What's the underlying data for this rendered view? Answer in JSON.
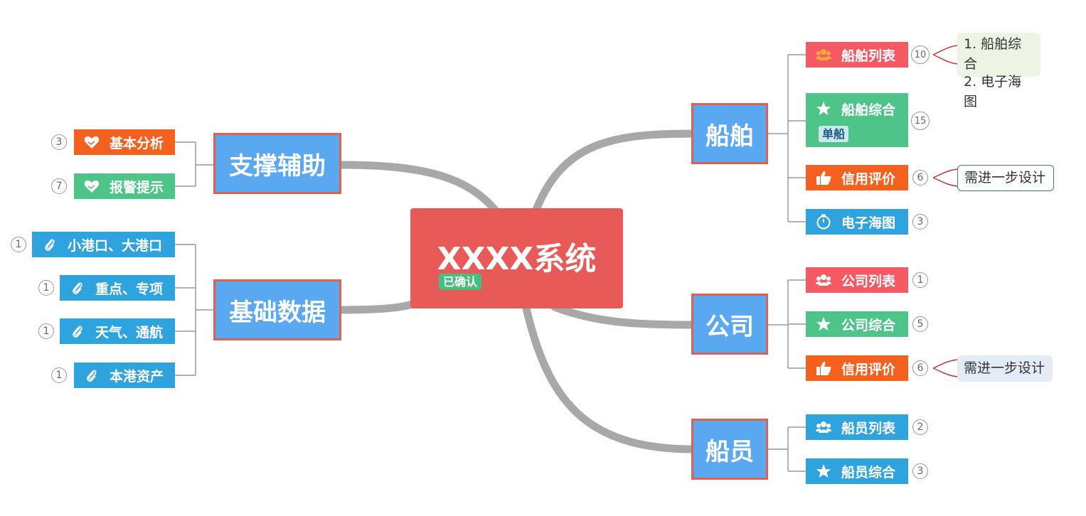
{
  "root": {
    "title": "XXXX系统",
    "status": "已确认"
  },
  "left": {
    "support": {
      "label": "支撑辅助",
      "children": [
        {
          "label": "基本分析",
          "count": "3",
          "icon": "handshake-heart-icon",
          "color": "#f4601e"
        },
        {
          "label": "报警提示",
          "count": "7",
          "icon": "handshake-heart-icon",
          "color": "#4fc489"
        }
      ]
    },
    "basic": {
      "label": "基础数据",
      "children": [
        {
          "label": "小港口、大港口",
          "count": "1",
          "icon": "paperclip-icon"
        },
        {
          "label": "重点、专项",
          "count": "1",
          "icon": "paperclip-icon"
        },
        {
          "label": "天气、通航",
          "count": "1",
          "icon": "paperclip-icon"
        },
        {
          "label": "本港资产",
          "count": "1",
          "icon": "paperclip-icon"
        }
      ]
    }
  },
  "right": {
    "ship": {
      "label": "船舶",
      "children": [
        {
          "label": "船舶列表",
          "count": "10",
          "icon": "people-icon",
          "note_lines": [
            "1. 船舶综合",
            "2. 电子海图"
          ]
        },
        {
          "label": "船舶综合",
          "count": "15",
          "icon": "star-icon",
          "tag": "单船"
        },
        {
          "label": "信用评价",
          "count": "6",
          "icon": "thumbs-up-icon",
          "note": "需进一步设计"
        },
        {
          "label": "电子海图",
          "count": "3",
          "icon": "stopwatch-icon"
        }
      ]
    },
    "company": {
      "label": "公司",
      "children": [
        {
          "label": "公司列表",
          "count": "1",
          "icon": "people-icon"
        },
        {
          "label": "公司综合",
          "count": "5",
          "icon": "star-icon"
        },
        {
          "label": "信用评价",
          "count": "6",
          "icon": "thumbs-up-icon",
          "note": "需进一步设计"
        }
      ]
    },
    "crew": {
      "label": "船员",
      "children": [
        {
          "label": "船员列表",
          "count": "2",
          "icon": "people-icon"
        },
        {
          "label": "船员综合",
          "count": "3",
          "icon": "star-icon"
        }
      ]
    }
  },
  "colors": {
    "root": "#e85a58",
    "main": "#5aa8f0",
    "main_border": "#e0604f",
    "connector": "#a8a8a8"
  }
}
